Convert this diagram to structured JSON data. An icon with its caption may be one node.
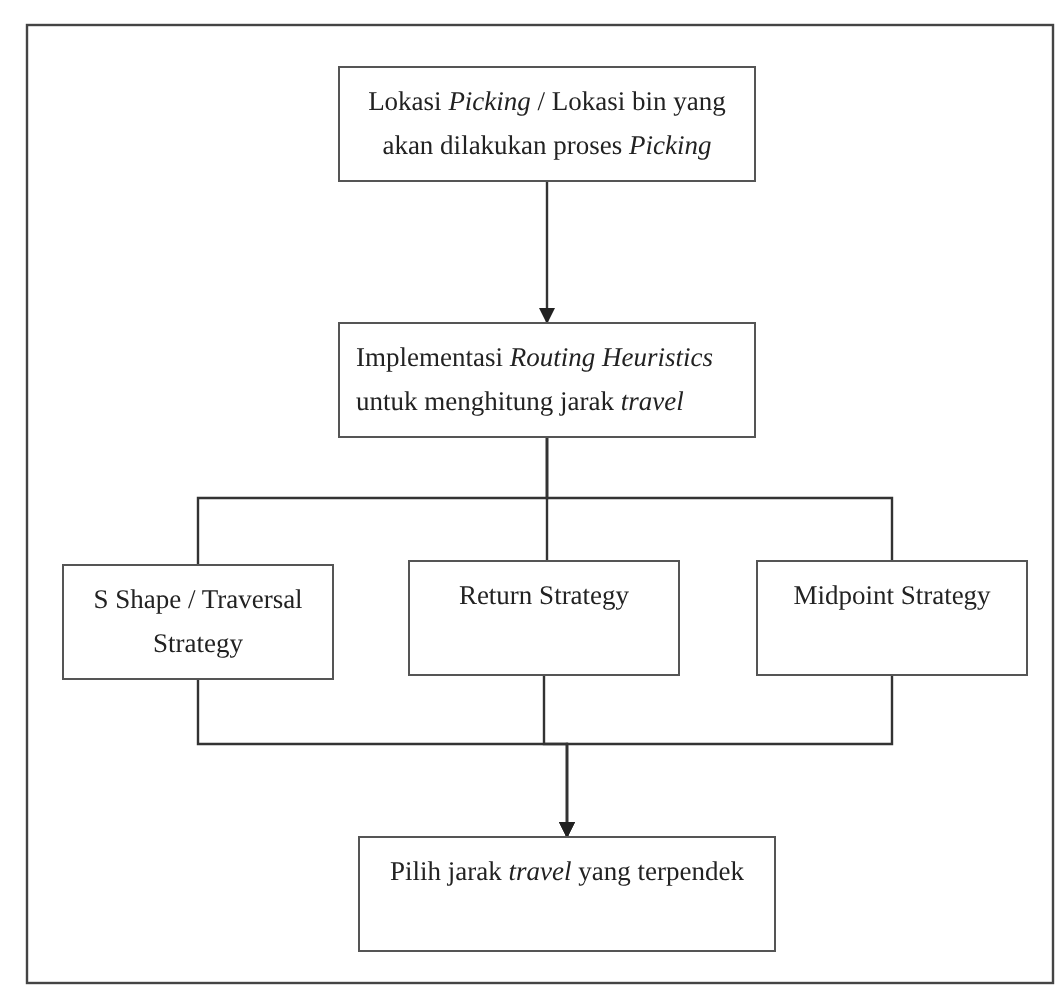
{
  "diagram": {
    "nodes": [
      {
        "text": [
          "Lokasi *Picking* / Lokasi bin yang akan dilakukan proses *Picking*"
        ]
      },
      {
        "text": [
          "Implementasi *Routing Heuristics* untuk menghitung jarak *travel*"
        ]
      },
      {
        "text": [
          "S Shape / Traversal Strategy"
        ]
      },
      {
        "text": [
          "Return Strategy"
        ]
      },
      {
        "text": [
          "Midpoint Strategy"
        ]
      },
      {
        "text": [
          "Pilih jarak *travel* yang terpendek"
        ]
      }
    ],
    "edges": [
      {
        "from": 0,
        "to": 1,
        "arrow": "to"
      },
      {
        "from": 1,
        "to": 2,
        "arrow": "none"
      },
      {
        "from": 1,
        "to": 3,
        "arrow": "none"
      },
      {
        "from": 1,
        "to": 4,
        "arrow": "none"
      },
      {
        "from": 2,
        "to": 5,
        "arrow": "to"
      },
      {
        "from": 3,
        "to": 5,
        "arrow": "to"
      },
      {
        "from": 4,
        "to": 5,
        "arrow": "to"
      }
    ]
  }
}
